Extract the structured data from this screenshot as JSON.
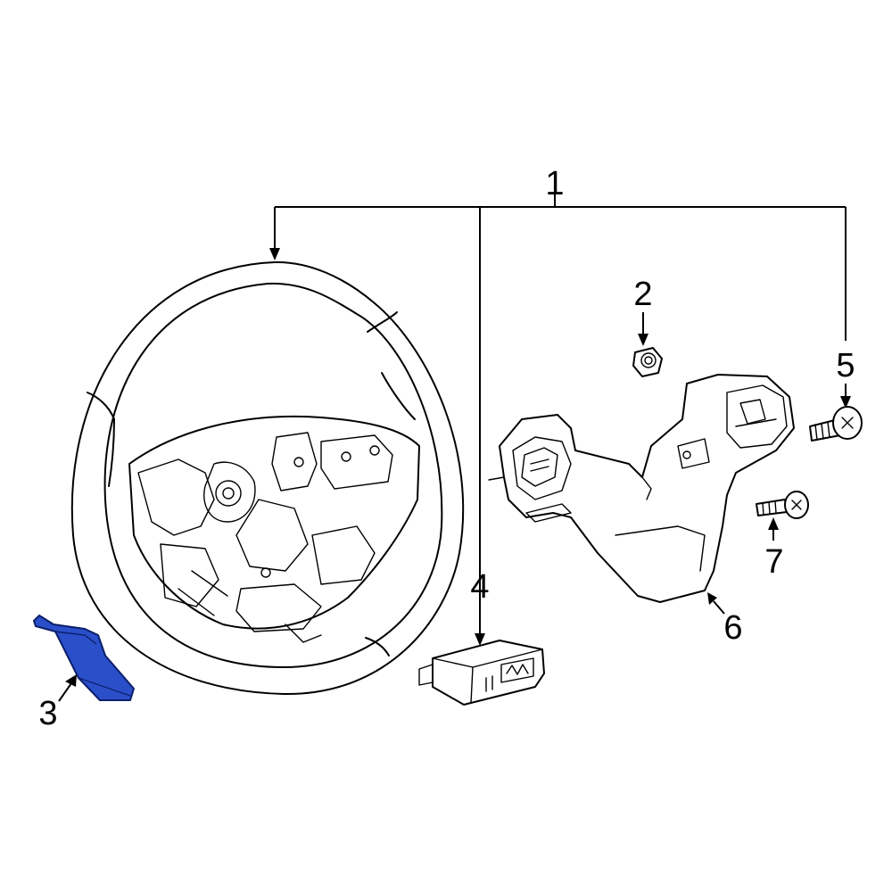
{
  "callouts": {
    "c1": "1",
    "c2": "2",
    "c3": "3",
    "c4": "4",
    "c5": "5",
    "c6": "6",
    "c7": "7"
  },
  "colors": {
    "highlight": "#2a4fc9",
    "line": "#000000",
    "background": "#ffffff"
  },
  "parts": [
    {
      "callout": "1",
      "name": "steering-wheel-assembly"
    },
    {
      "callout": "2",
      "name": "nut"
    },
    {
      "callout": "3",
      "name": "lower-cover",
      "highlighted": true
    },
    {
      "callout": "4",
      "name": "control-module"
    },
    {
      "callout": "5",
      "name": "bolt"
    },
    {
      "callout": "6",
      "name": "switch-bezel"
    },
    {
      "callout": "7",
      "name": "screw"
    }
  ]
}
